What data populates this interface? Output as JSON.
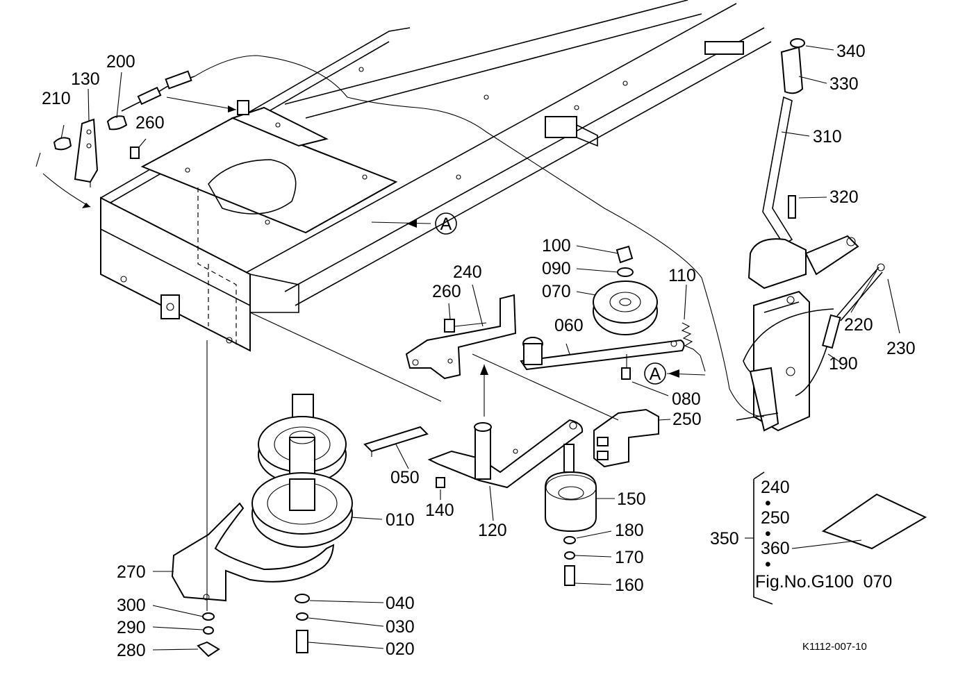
{
  "callouts": {
    "c340": "340",
    "c330": "330",
    "c310": "310",
    "c320": "320",
    "c210": "210",
    "c130": "130",
    "c200": "200",
    "c260a": "260",
    "c100": "100",
    "c090": "090",
    "c070": "070",
    "c110": "110",
    "c240": "240",
    "c260b": "260",
    "c060": "060",
    "c080": "080",
    "c250": "250",
    "c220": "220",
    "c230": "230",
    "c190": "190",
    "c050": "050",
    "c140": "140",
    "c120": "120",
    "c150": "150",
    "c010": "010",
    "c180": "180",
    "c170": "170",
    "c160": "160",
    "c270": "270",
    "c300": "300",
    "c290": "290",
    "c280": "280",
    "c040": "040",
    "c030": "030",
    "c020": "020",
    "c350": "350"
  },
  "view_marker": "A",
  "kit_list": {
    "item1": "240",
    "sep1": "•",
    "item2": "250",
    "sep2": "•",
    "item3": "360",
    "sep3": "•",
    "fig_ref": "Fig.No.G100  070"
  },
  "drawing_code": "K1112-007-10"
}
